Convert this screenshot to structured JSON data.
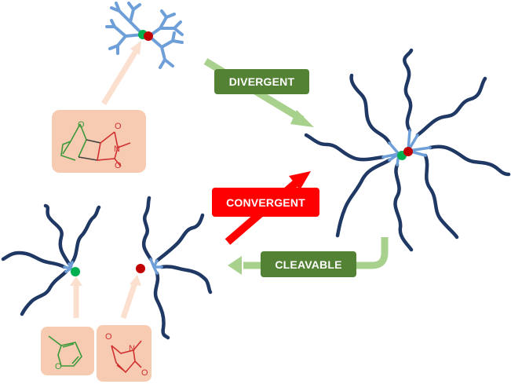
{
  "labels": {
    "divergent": "DIVERGENT",
    "convergent": "CONVERGENT",
    "cleavable": "CLEAVABLE"
  },
  "colors": {
    "divergent_box": "#548235",
    "cleavable_box": "#548235",
    "divergent_arrow": "#a9d18e",
    "convergent_box": "#ff0000",
    "convergent_arrow": "#ff0000",
    "pointer_arrow": "#fbe0d0",
    "chem_box": "#f7cbb1",
    "polymer_chain": "#1f3864",
    "dendron_branch": "#6f9fd8",
    "furan_group": "#00b050",
    "maleimide_group": "#c00000"
  },
  "chemistry": {
    "adduct": {
      "atoms": [
        "O",
        "O",
        "N",
        "O"
      ],
      "description": "oxanorbornene-maleimide Diels-Alder adduct"
    },
    "furan": {
      "atoms": [
        "O"
      ],
      "description": "2-methylfuran"
    },
    "maleimide": {
      "atoms": [
        "O",
        "N",
        "O"
      ],
      "description": "N-methylmaleimide"
    }
  }
}
